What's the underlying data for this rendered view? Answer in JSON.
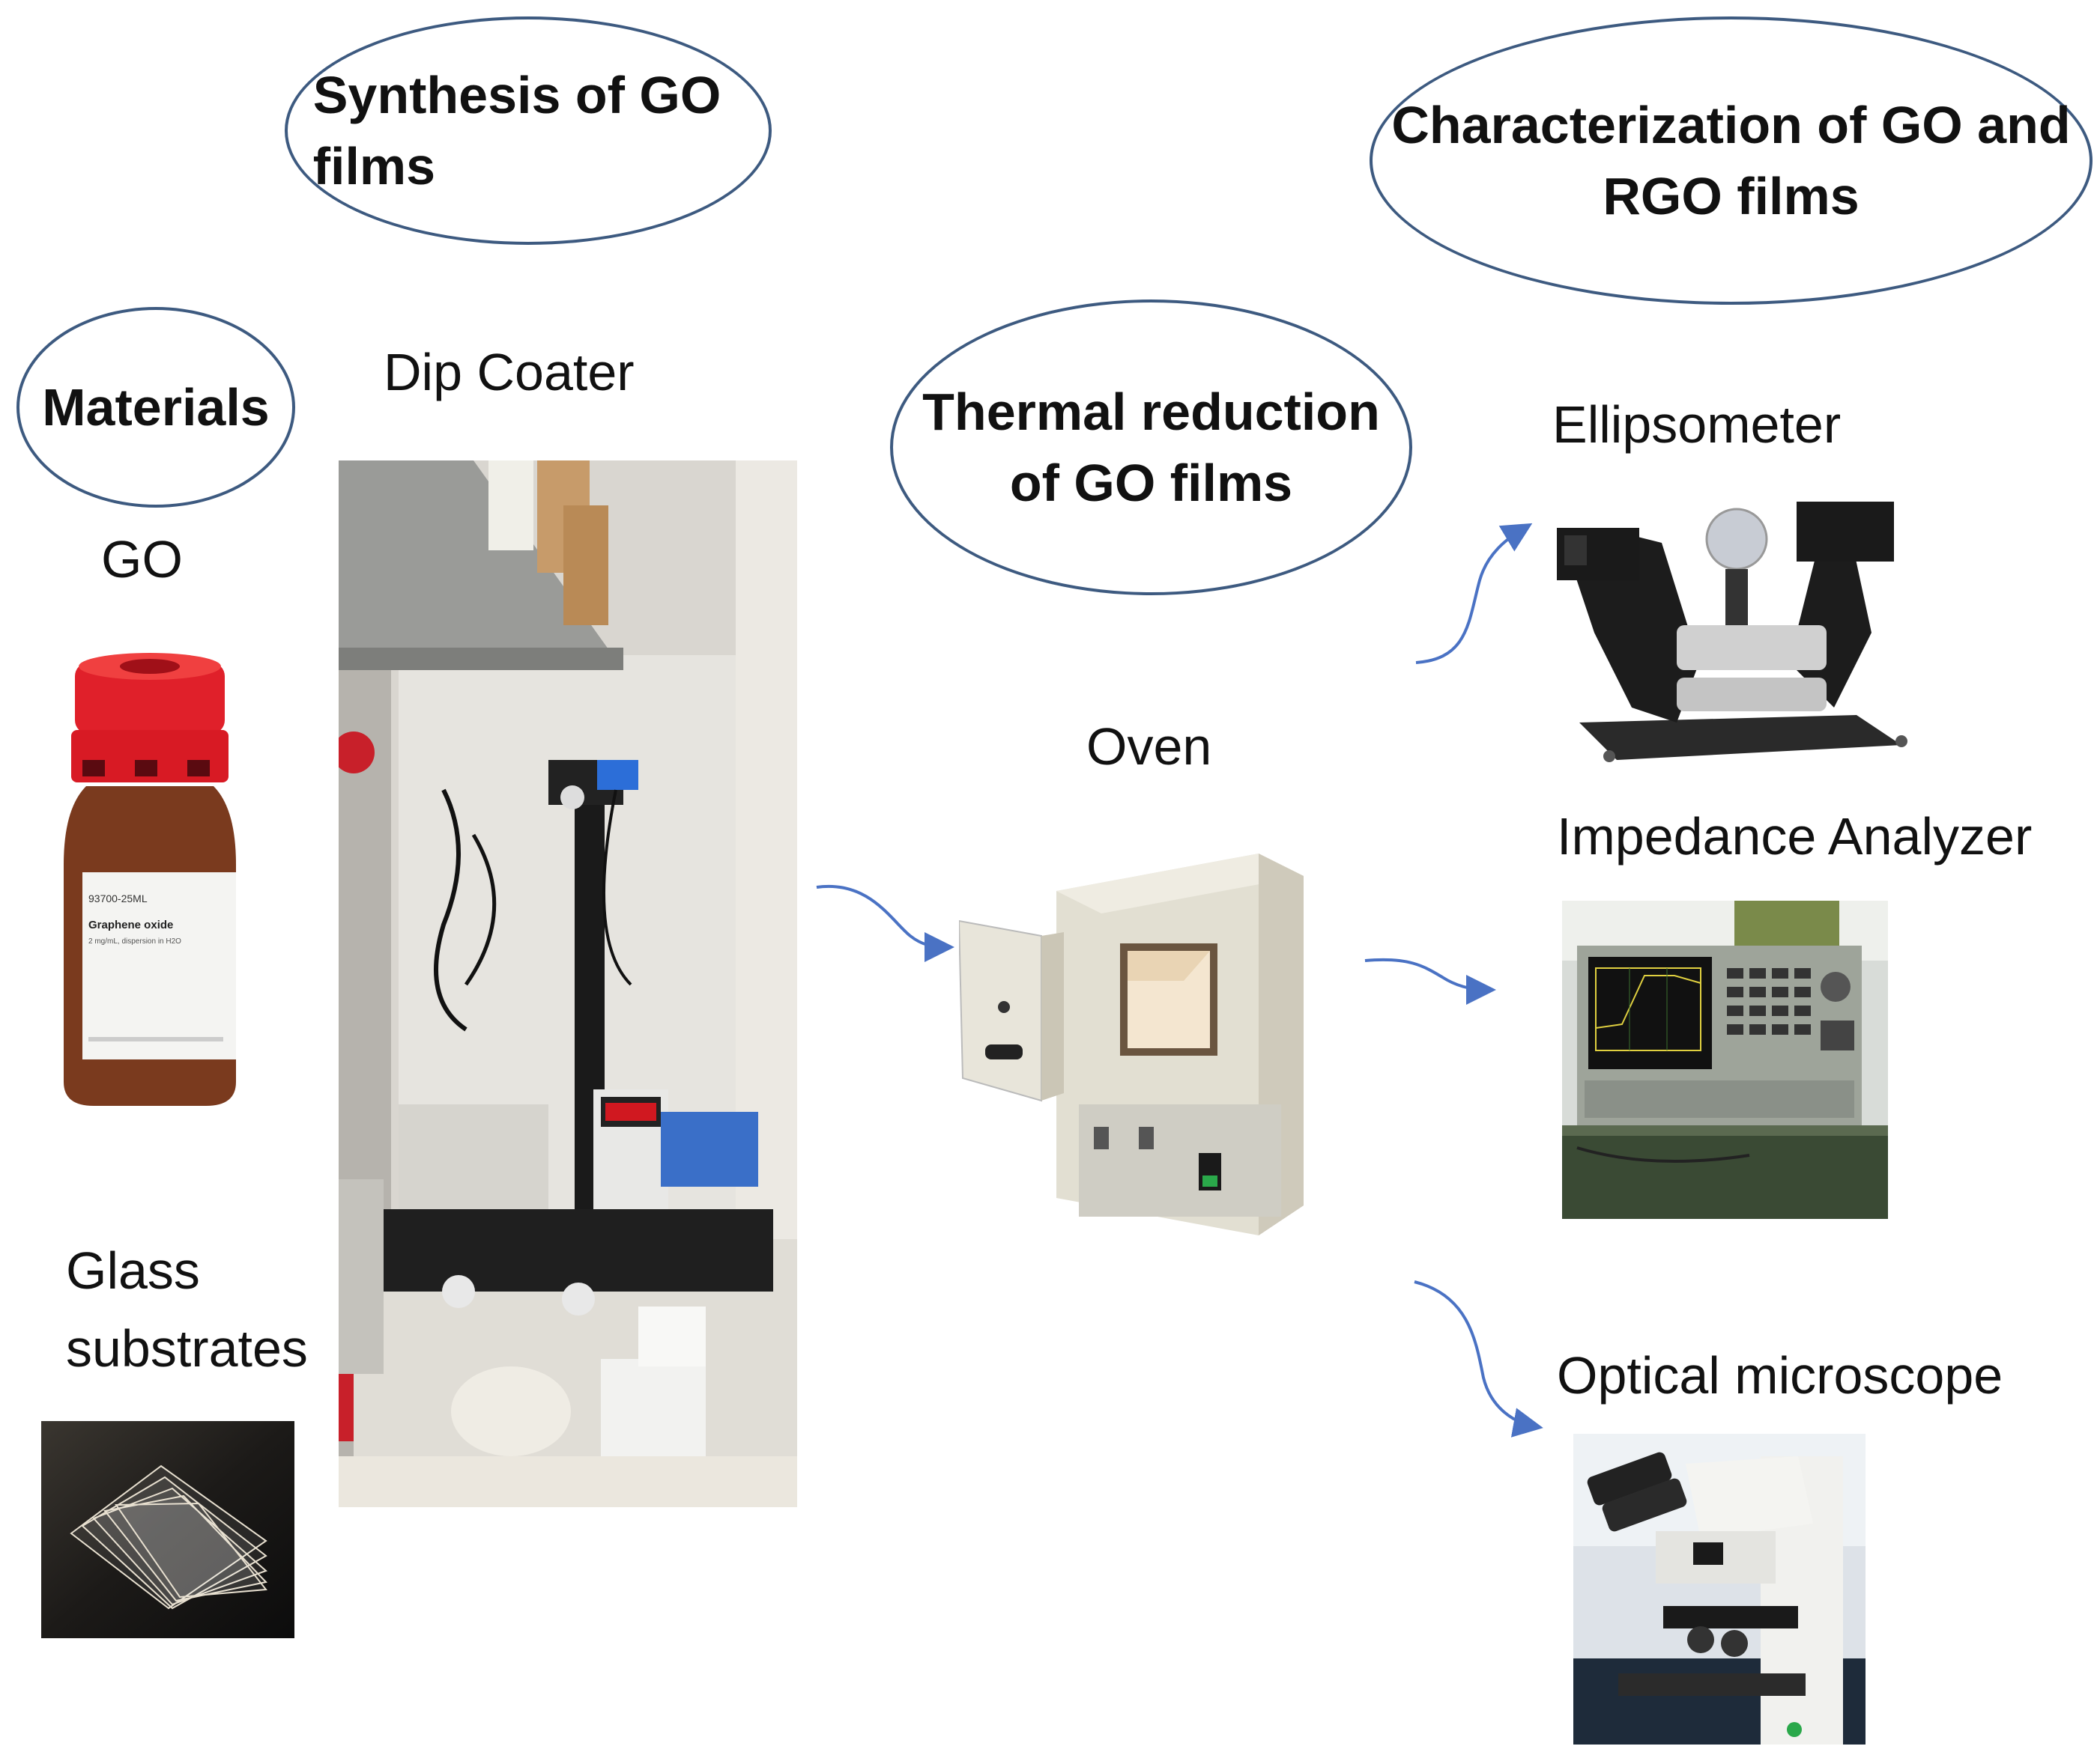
{
  "headings": {
    "synthesis_line1": "Synthesis of GO",
    "synthesis_line2": "films",
    "characterization_line1": "Characterization of GO and",
    "characterization_line2": "RGO  films",
    "materials": "Materials",
    "thermal_line1": "Thermal reduction",
    "thermal_line2": "of GO films"
  },
  "labels": {
    "dip_coater": "Dip Coater",
    "go": "GO",
    "glass_line1": "Glass",
    "glass_line2": "substrates",
    "oven": "Oven",
    "ellipsometer": "Ellipsometer",
    "impedance_analyzer": "Impedance Analyzer",
    "optical_microscope": "Optical microscope"
  },
  "bottle_label": {
    "code": "93700-25ML",
    "name": "Graphene oxide",
    "desc": "2 mg/mL, dispersion in H2O"
  },
  "colors": {
    "ellipse_border": "#3d5a80",
    "arrow": "#4a72c4",
    "cap_red": "#e0202a",
    "bottle_brown": "#7a3a1e"
  }
}
